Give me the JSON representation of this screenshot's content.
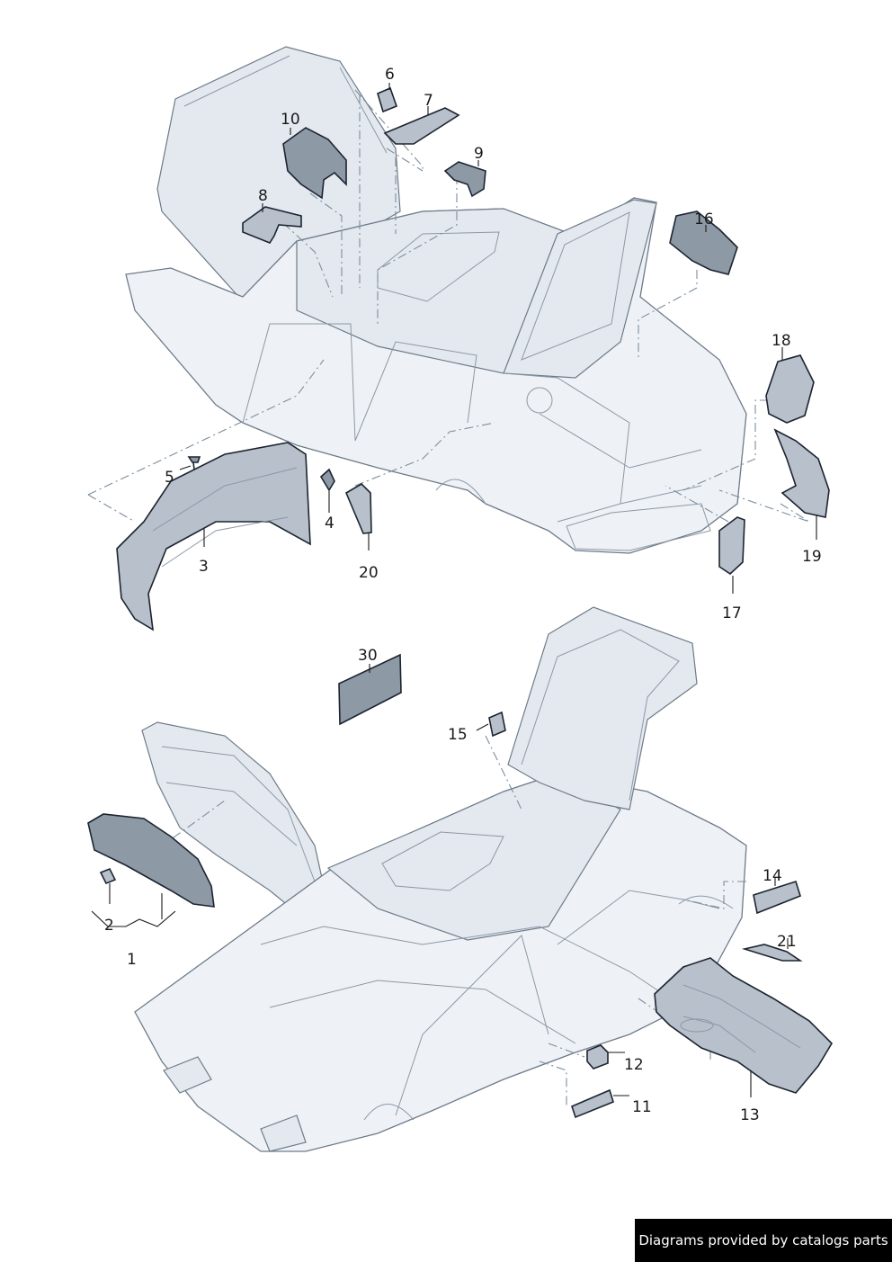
{
  "diagram": {
    "callouts": [
      {
        "id": "c6",
        "label": "6"
      },
      {
        "id": "c7",
        "label": "7"
      },
      {
        "id": "c10",
        "label": "10"
      },
      {
        "id": "c9",
        "label": "9"
      },
      {
        "id": "c8",
        "label": "8"
      },
      {
        "id": "c16",
        "label": "16"
      },
      {
        "id": "c18",
        "label": "18"
      },
      {
        "id": "c5",
        "label": "5"
      },
      {
        "id": "c4",
        "label": "4"
      },
      {
        "id": "c3",
        "label": "3"
      },
      {
        "id": "c20",
        "label": "20"
      },
      {
        "id": "c19",
        "label": "19"
      },
      {
        "id": "c17",
        "label": "17"
      },
      {
        "id": "c30",
        "label": "30"
      },
      {
        "id": "c15",
        "label": "15"
      },
      {
        "id": "c14",
        "label": "14"
      },
      {
        "id": "c2",
        "label": "2"
      },
      {
        "id": "c1",
        "label": "1"
      },
      {
        "id": "c21",
        "label": "21"
      },
      {
        "id": "c12",
        "label": "12"
      },
      {
        "id": "c11",
        "label": "11"
      },
      {
        "id": "c13",
        "label": "13"
      }
    ]
  },
  "footer": {
    "text": "Diagrams provided by catalogs parts"
  }
}
